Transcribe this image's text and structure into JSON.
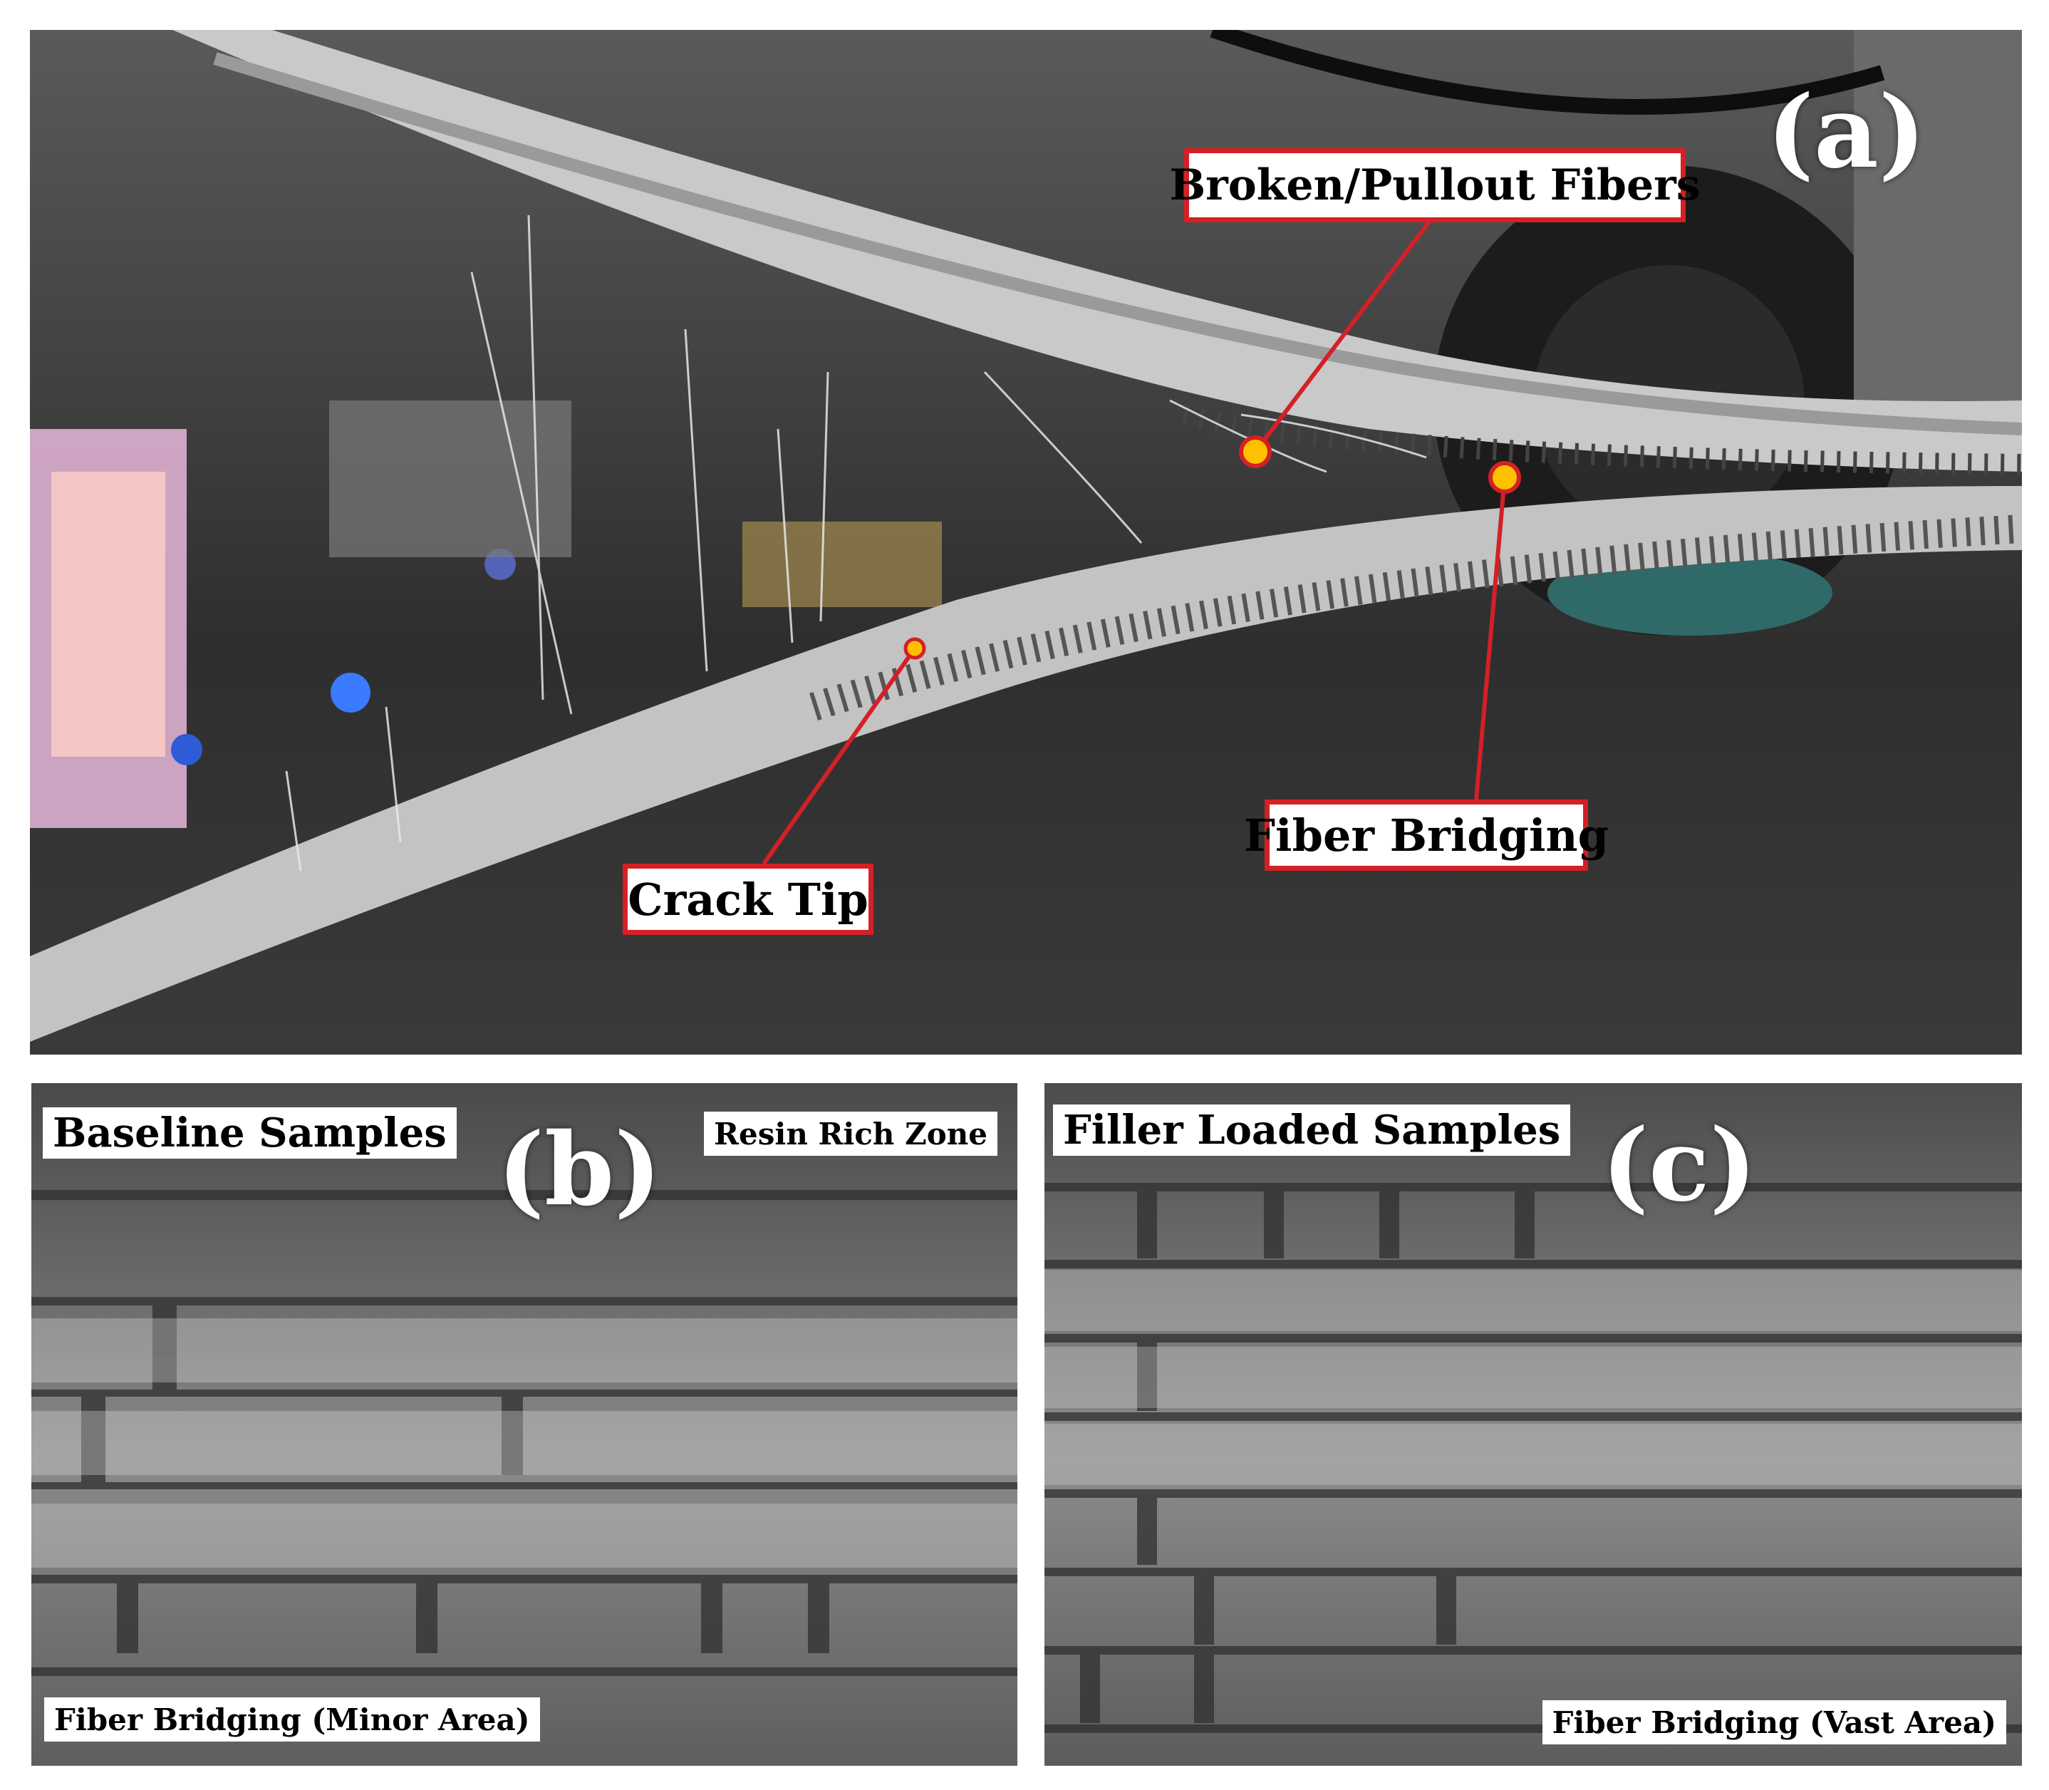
{
  "figure": {
    "panel_a": {
      "letter": "(a)",
      "callouts": {
        "broken_pullout": "Broken/Pullout Fibers",
        "fiber_bridging": "Fiber Bridging",
        "crack_tip": "Crack Tip"
      }
    },
    "panel_b": {
      "letter": "(b)",
      "title": "Baseline Samples",
      "resin_label": "Resin Rich Zone",
      "bottom_label": "Fiber Bridging (Minor Area)"
    },
    "panel_c": {
      "letter": "(c)",
      "title": "Filler Loaded Samples",
      "bottom_label": "Fiber Bridging (Vast Area)"
    }
  },
  "colors": {
    "callout_red": "#d42026",
    "marker_fill": "#ffc000"
  }
}
